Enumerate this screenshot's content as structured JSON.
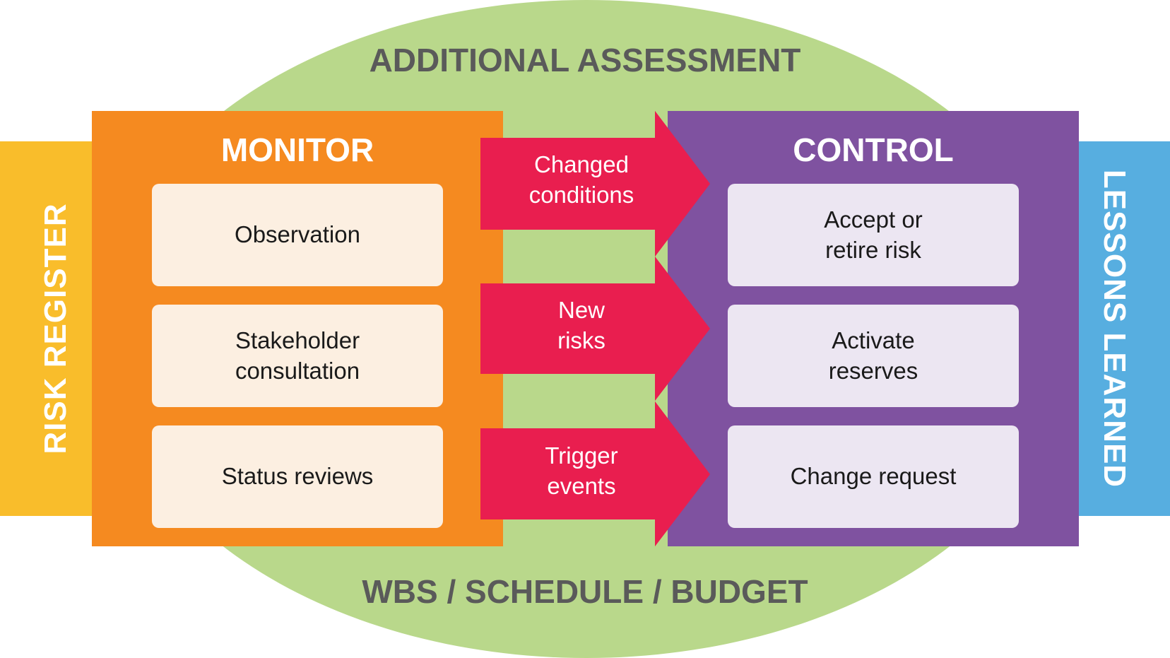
{
  "top_label": "ADDITIONAL ASSESSMENT",
  "bottom_label": "WBS / SCHEDULE / BUDGET",
  "left_bar_label": "RISK REGISTER",
  "right_bar_label": "LESSONS LEARNED",
  "monitor": {
    "title": "MONITOR",
    "items": [
      "Observation",
      "Stakeholder\nconsultation",
      "Status reviews"
    ]
  },
  "control": {
    "title": "CONTROL",
    "items": [
      "Accept or\nretire risk",
      "Activate\nreserves",
      "Change request"
    ]
  },
  "arrows": [
    "Changed\nconditions",
    "New\nrisks",
    "Trigger\nevents"
  ],
  "colors": {
    "ellipse": "#b9d88b",
    "risk_register": "#f9bd2b",
    "monitor": "#f58a20",
    "monitor_card": "#fcefe1",
    "arrow": "#e91e4f",
    "control": "#7f52a0",
    "control_card": "#ece6f2",
    "lessons_learned": "#57aee0"
  }
}
